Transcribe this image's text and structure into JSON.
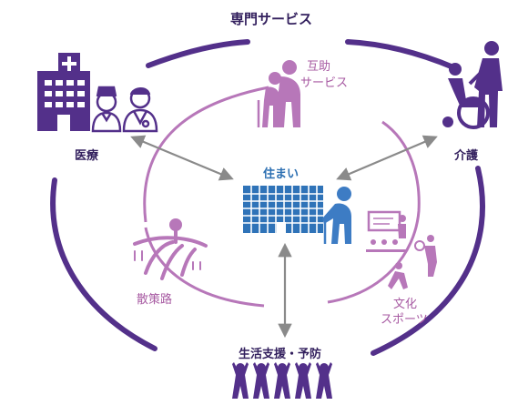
{
  "title": "専門サービス",
  "nodes": {
    "medical": "医療",
    "care": "介護",
    "housing": "住まい",
    "mutual_aid_line1": "互助",
    "mutual_aid_line2": "サービス",
    "walkway": "散策路",
    "culture_line1": "文化",
    "culture_line2": "スポーツ",
    "prevention": "生活支援・予防"
  },
  "colors": {
    "outer_ring": "#53308a",
    "inner_ring": "#b777b9",
    "dark_purple": "#53308a",
    "light_purple": "#b777b9",
    "arrow_gray": "#8a8a8a",
    "housing_blue": "#2f73b8",
    "person_blue": "#3d7cc4"
  },
  "icons": [
    "hospital-icon",
    "nurse-icon",
    "doctor-icon",
    "wheelchair-caregiver-icon",
    "elderly-couple-icon",
    "building-icon",
    "elderly-cane-icon",
    "walkway-icon",
    "culture-sports-icon",
    "group-people-icon"
  ]
}
